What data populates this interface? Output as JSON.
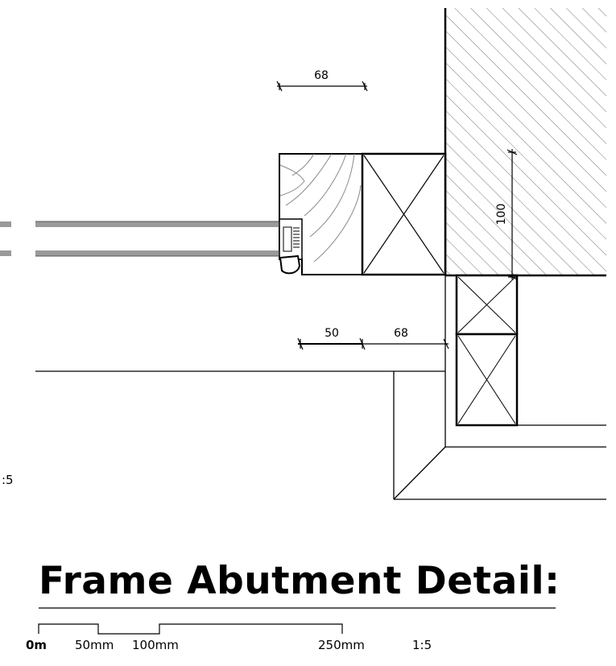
{
  "drawing": {
    "title": "Frame Abutment Detail:",
    "side_label": ":5",
    "dimensions": {
      "top_width": "68",
      "vertical": "100",
      "lower_left": "50",
      "lower_right": "68"
    }
  },
  "scale_bar": {
    "ticks": [
      "0m",
      "50mm",
      "100mm",
      "250mm"
    ],
    "ratio": "1:5"
  },
  "colors": {
    "line": "#000000",
    "glass": "#9a9a9a",
    "hatch": "#666666"
  }
}
